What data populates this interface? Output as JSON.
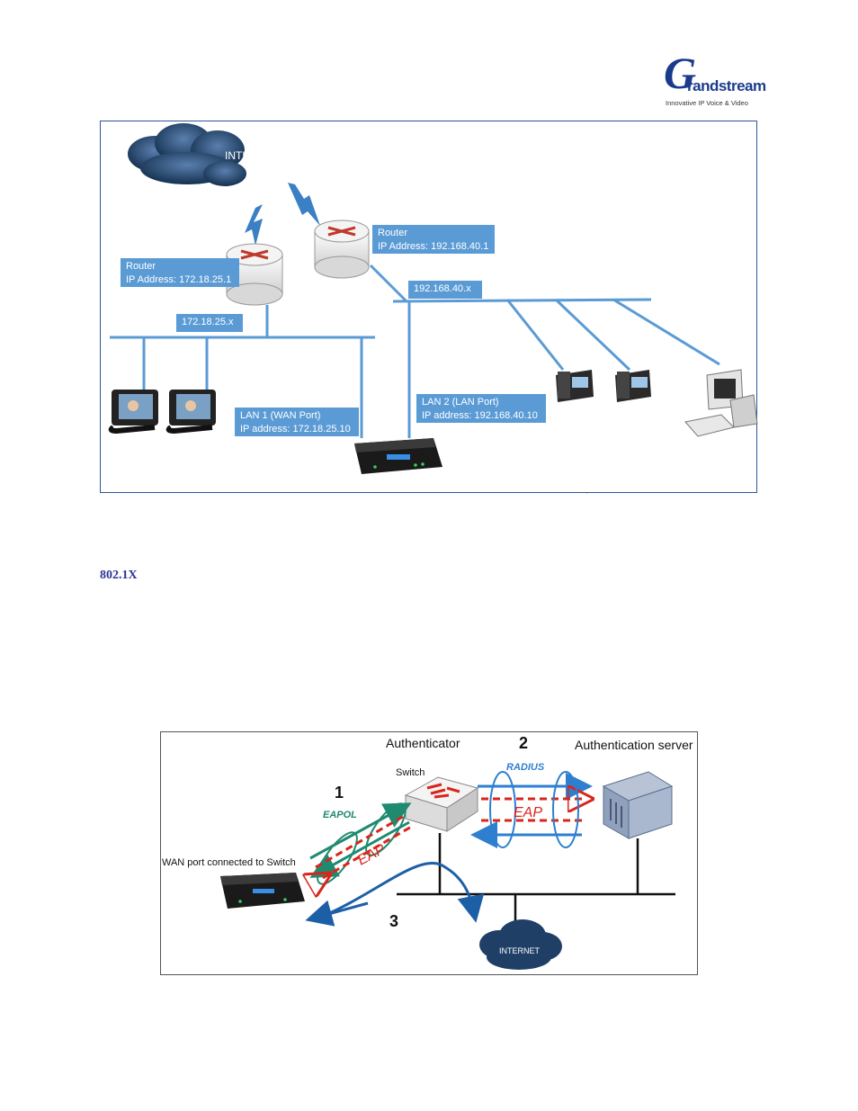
{
  "logo": {
    "brand_initial": "G",
    "brand_rest": "randstream",
    "tagline": "Innovative IP Voice & Video"
  },
  "figure1": {
    "cloud_label": "INTERNET",
    "router1": {
      "title": "Router",
      "ip": "IP Address: 172.18.25.1"
    },
    "router2": {
      "title": "Router",
      "ip": "IP Address: 192.168.40.1"
    },
    "subnet1": "172.18.25.x",
    "subnet2": "192.168.40.x",
    "lan1": {
      "title": "LAN 1 (WAN Port)",
      "ip": "IP address: 172.18.25.10"
    },
    "lan2": {
      "title": "LAN 2 (LAN Port)",
      "ip": "IP address: 192.168.40.10"
    }
  },
  "section_heading": "802.1X",
  "figure2": {
    "authenticator": "Authenticator",
    "auth_server": "Authentication server",
    "switch": "Switch",
    "step1": "1",
    "step2": "2",
    "step3": "3",
    "eapol": "EAPOL",
    "radius": "RADIUS",
    "eap_left": "EAP",
    "eap_right": "EAP",
    "wan_label": "WAN port connected to Switch",
    "cloud_label": "INTERNET"
  },
  "colors": {
    "box_blue": "#5b9bd5",
    "line_blue": "#5b9bd5",
    "heading_navy": "#2e3192",
    "eap_red": "#d9261c",
    "eapol_green": "#1f8a70",
    "radius_blue": "#2f7fd0"
  }
}
